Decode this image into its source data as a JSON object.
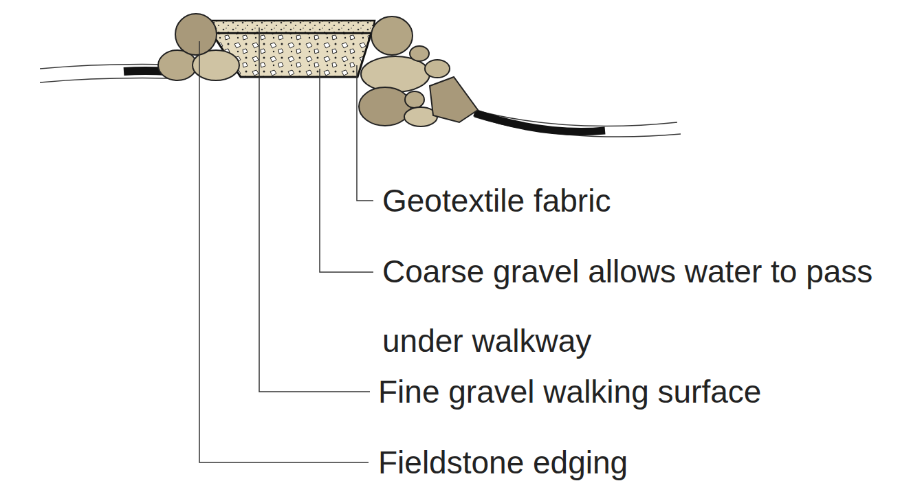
{
  "diagram": {
    "labels": [
      "Geotextile fabric",
      "Coarse gravel allows water to pass under walkway",
      "Fine gravel walking surface",
      "Fieldstone edging"
    ]
  }
}
